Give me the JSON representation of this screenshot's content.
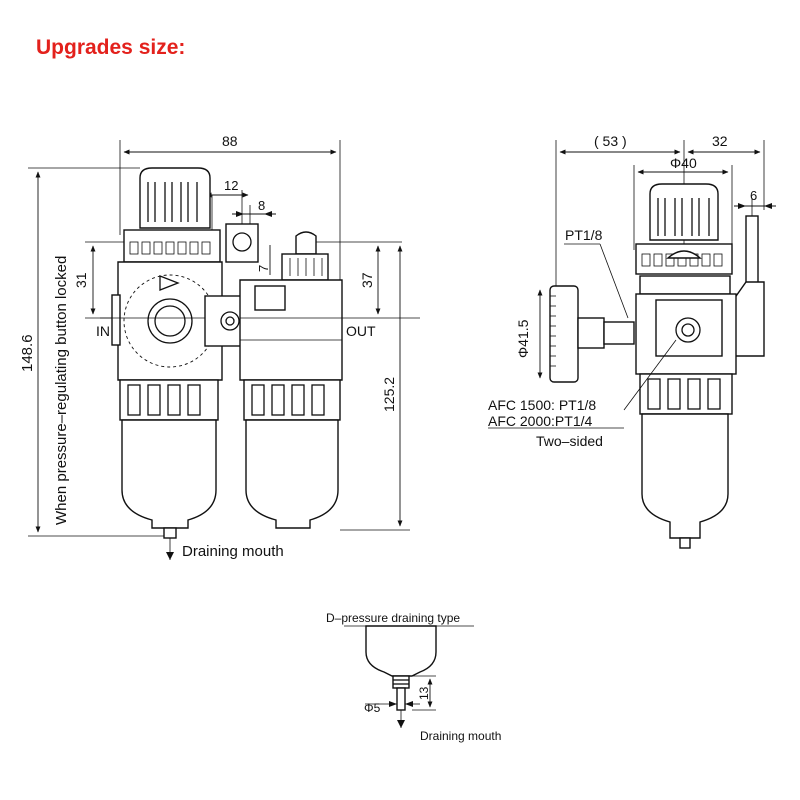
{
  "header": {
    "title": "Upgrades size:"
  },
  "front_view": {
    "width_88": "88",
    "dim_12": "12",
    "dim_8": "8",
    "dim_31": "31",
    "dim_7": "7",
    "dim_37": "37",
    "height_148_6": "148.6",
    "height_125_2": "125.2",
    "locked_note": "When pressure–regulating button locked",
    "port_in": "IN",
    "port_out": "OUT",
    "drain_label": "Draining mouth"
  },
  "side_view": {
    "dim_53": "( 53 )",
    "dim_32": "32",
    "dim_phi40": "Φ40",
    "dim_6": "6",
    "thread_pt18": "PT1/8",
    "dim_phi41_5": "Φ41.5",
    "afc1500": "AFC 1500: PT1/8",
    "afc2000": "AFC 2000:PT1/4",
    "two_sided": "Two–sided"
  },
  "detail_view": {
    "title": "D–pressure draining type",
    "dim_phi5": "Φ5",
    "dim_13": "13",
    "drain_label": "Draining mouth"
  }
}
